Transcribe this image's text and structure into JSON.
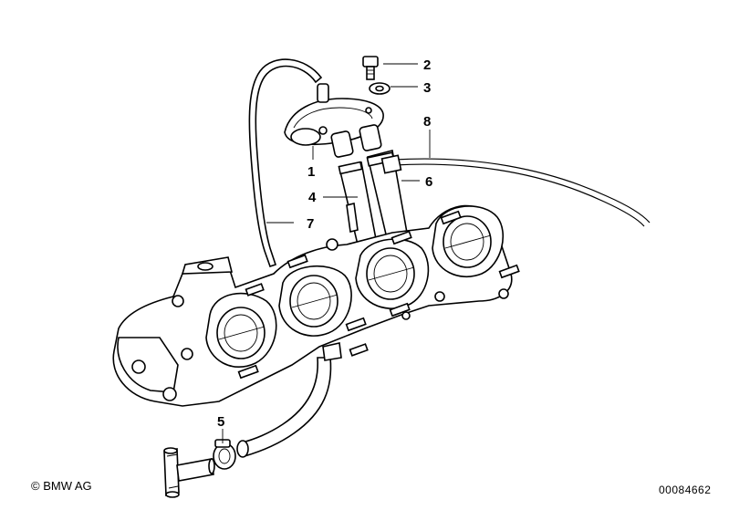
{
  "diagram": {
    "callouts": [
      {
        "number": "1"
      },
      {
        "number": "2"
      },
      {
        "number": "3"
      },
      {
        "number": "4"
      },
      {
        "number": "5"
      },
      {
        "number": "6"
      },
      {
        "number": "7"
      },
      {
        "number": "8"
      }
    ]
  },
  "footer": {
    "copyright": "© BMW AG",
    "doc_id": "00084662"
  }
}
